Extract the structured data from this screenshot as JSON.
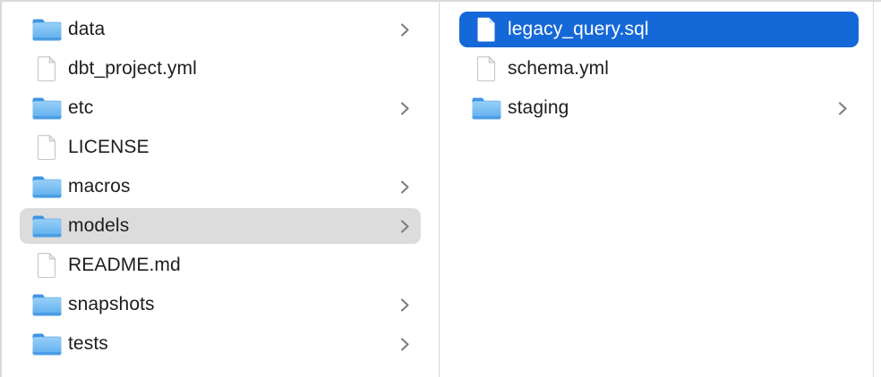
{
  "colors": {
    "selection_blue": "#1568d8",
    "selection_gray": "#dcdcdc",
    "border_gray": "#d9d9d9",
    "folder_blue": "#5cacee",
    "text_dark": "#1d1d1f",
    "chevron_gray": "#7d7d7d"
  },
  "columns": [
    {
      "name": "left-column",
      "items": [
        {
          "label": "data",
          "type": "folder",
          "has_chevron": true,
          "selected": false
        },
        {
          "label": "dbt_project.yml",
          "type": "file",
          "has_chevron": false,
          "selected": false
        },
        {
          "label": "etc",
          "type": "folder",
          "has_chevron": true,
          "selected": false
        },
        {
          "label": "LICENSE",
          "type": "file",
          "has_chevron": false,
          "selected": false
        },
        {
          "label": "macros",
          "type": "folder",
          "has_chevron": true,
          "selected": false
        },
        {
          "label": "models",
          "type": "folder",
          "has_chevron": true,
          "selected": true
        },
        {
          "label": "README.md",
          "type": "file",
          "has_chevron": false,
          "selected": false
        },
        {
          "label": "snapshots",
          "type": "folder",
          "has_chevron": true,
          "selected": false
        },
        {
          "label": "tests",
          "type": "folder",
          "has_chevron": true,
          "selected": false
        }
      ]
    },
    {
      "name": "right-column",
      "items": [
        {
          "label": "legacy_query.sql",
          "type": "file",
          "has_chevron": false,
          "selected": true
        },
        {
          "label": "schema.yml",
          "type": "file",
          "has_chevron": false,
          "selected": false
        },
        {
          "label": "staging",
          "type": "folder",
          "has_chevron": true,
          "selected": false
        }
      ]
    }
  ]
}
